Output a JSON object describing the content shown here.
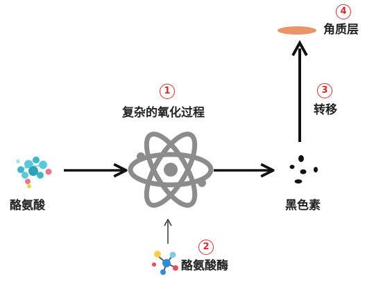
{
  "labels": {
    "tyrosine": "酪氨酸",
    "oxidation": "复杂的氧化过程",
    "tyrosinase": "酪氨酸酶",
    "melanin": "黑色素",
    "transfer": "转移",
    "stratum_corneum": "角质层"
  },
  "steps": {
    "one": "1",
    "two": "2",
    "three": "3",
    "four": "4"
  },
  "colors": {
    "step_marker": "#d52b2b",
    "arrow": "#111111",
    "atom": "#8c8c8c",
    "stratum_corneum": "#e99567",
    "melanin_dots": "#111111"
  },
  "icons": [
    "molecule-icon",
    "atom-icon",
    "molecule-icon",
    "melanin-dots-icon",
    "layer-icon"
  ]
}
